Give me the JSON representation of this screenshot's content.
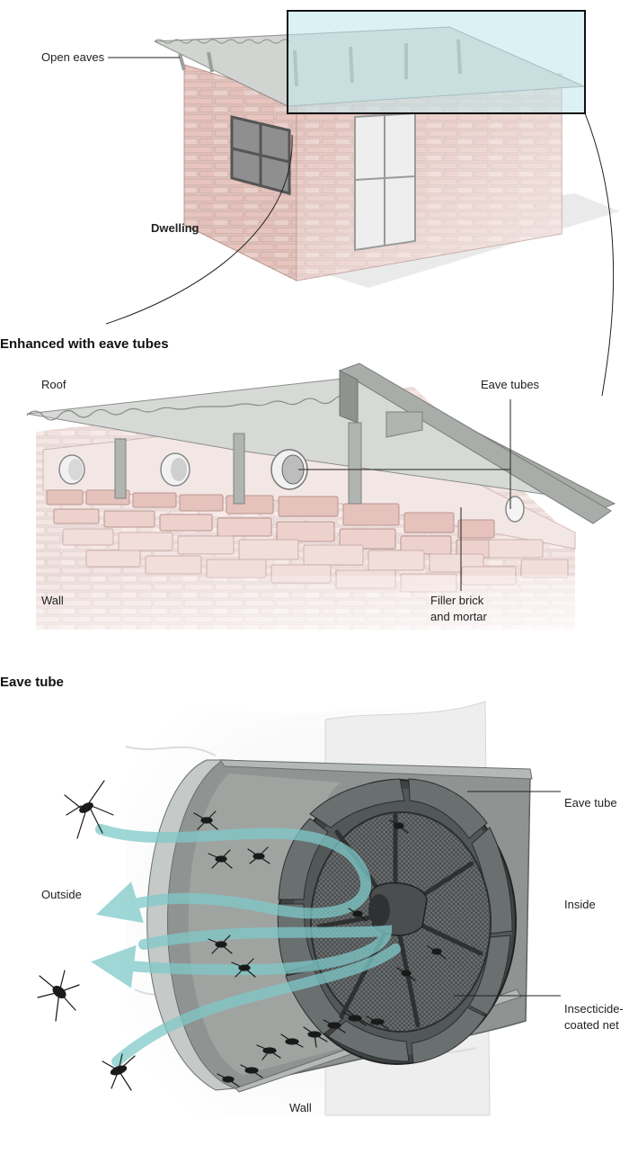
{
  "labels": {
    "open_eaves": "Open eaves",
    "dwelling": "Dwelling",
    "roof": "Roof",
    "eave_tubes_callout": "Eave tubes",
    "wall_1": "Wall",
    "filler_line1": "Filler brick",
    "filler_line2": "and mortar",
    "outside": "Outside",
    "eave_tube_callout": "Eave tube",
    "inside": "Inside",
    "net_line1": "Insecticide-",
    "net_line2": "coated net",
    "wall_2": "Wall"
  },
  "headings": {
    "enhanced": "Enhanced with eave tubes",
    "eave_tube": "Eave tube"
  },
  "colors": {
    "brick": "#e9c9c3",
    "brick_line": "#b99690",
    "roof": "#c9ccc9",
    "highlight_box": "#bfe6ea",
    "airflow": "#7fc9c9",
    "tube": "#8d9190",
    "mosquito": "#1a1a1a"
  }
}
